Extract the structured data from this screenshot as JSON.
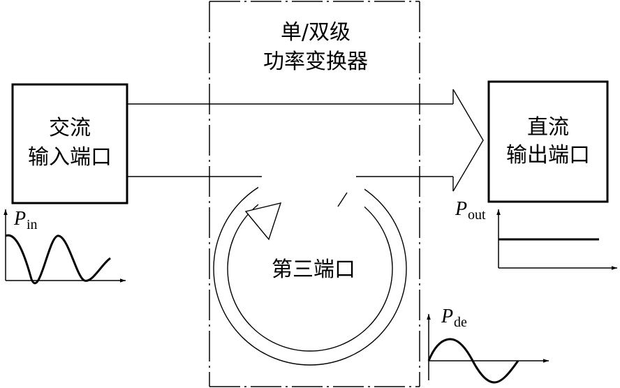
{
  "converter": {
    "line1": "单/双级",
    "line2": "功率变换器"
  },
  "ac_port": {
    "line1": "交流",
    "line2": "输入端口"
  },
  "dc_port": {
    "line1": "直流",
    "line2": "输出端口"
  },
  "third_port": {
    "label": "第三端口"
  },
  "plots": {
    "input": {
      "symbol": "P",
      "subscript": "in"
    },
    "output": {
      "symbol": "P",
      "subscript": "out"
    },
    "decoupling": {
      "symbol": "P",
      "subscript": "de"
    }
  }
}
